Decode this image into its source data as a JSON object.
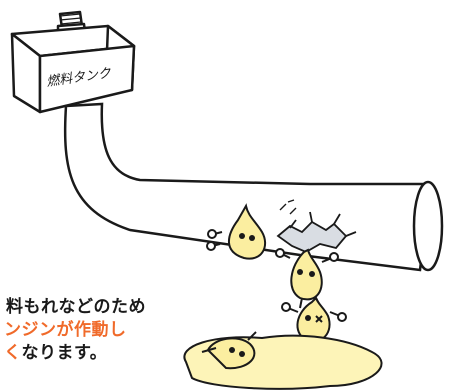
{
  "tank": {
    "label": "燃料タンク"
  },
  "caption": {
    "line1": "料もれなどのため",
    "line2": "ンジンが作動し",
    "line3_highlight": "く",
    "line3_rest": "なります。"
  },
  "colors": {
    "ink": "#1a1a1a",
    "highlight": "#f06a2a",
    "fuel": "#fdf4b8",
    "droplet": "#fbeea0",
    "paper": "#ffffff"
  },
  "icons": [
    "fuel-tank-icon",
    "fuel-pipe-icon",
    "pipe-crack-icon",
    "fuel-droplet-character-icon",
    "fuel-puddle-icon"
  ]
}
